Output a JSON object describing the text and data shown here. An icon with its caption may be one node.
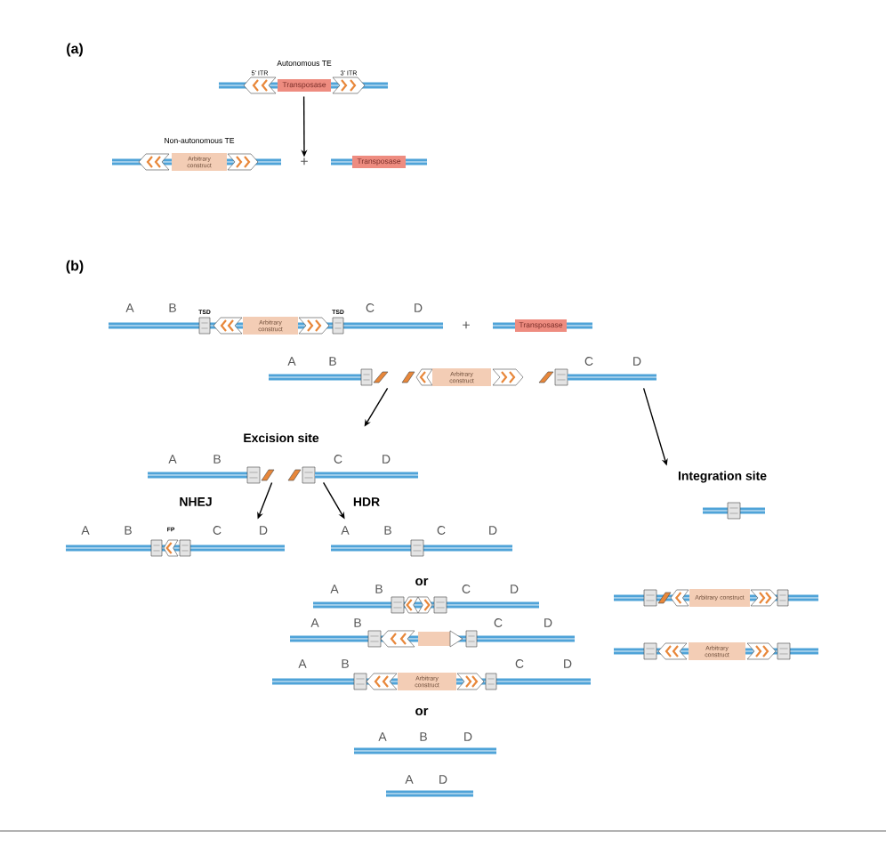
{
  "diagram": {
    "nodes": [
      {
        "text": [
          "Autonomous TE",
          "5' ITR",
          "3' ITR"
        ]
      },
      {
        "text": [
          "Transposase"
        ],
        "in": 0
      },
      {
        "text": [
          "Non-autonomous TE"
        ]
      },
      {
        "text": [
          "Arbitrary construct"
        ],
        "in": 2
      },
      {
        "text": [
          "Transposase"
        ]
      },
      {
        "text": [
          "A",
          "B",
          "TSD",
          "TSD",
          "C",
          "D"
        ]
      },
      {
        "text": [
          "Arbitrary construct"
        ],
        "in": 5
      },
      {
        "text": [
          "Transposase"
        ]
      },
      {
        "text": [
          "A",
          "B",
          "C",
          "D"
        ]
      },
      {
        "text": [
          "Arbitrary construct"
        ],
        "in": 8
      },
      {
        "text": [
          "Excision site",
          "A",
          "B",
          "C",
          "D"
        ]
      },
      {
        "text": [
          "A",
          "B",
          "FP",
          "C",
          "D"
        ]
      },
      {
        "text": [
          "A",
          "B",
          "C",
          "D"
        ]
      },
      {
        "text": [
          "A",
          "B",
          "C",
          "D"
        ]
      },
      {
        "text": [
          "A",
          "B",
          "C",
          "D"
        ]
      },
      {
        "text": [
          "A",
          "B",
          "C",
          "D"
        ]
      },
      {
        "text": [
          "Arbitrary construct"
        ],
        "in": 15
      },
      {
        "text": [
          "A",
          "B",
          "D"
        ]
      },
      {
        "text": [
          "A",
          "D"
        ]
      },
      {
        "text": [
          "Integration site"
        ]
      },
      {
        "text": [
          "Arbitrary construct"
        ]
      },
      {
        "text": [
          "Arbitrary construct"
        ]
      },
      {
        "text": [
          "+"
        ]
      }
    ],
    "edges": [
      {
        "from": 0,
        "to": 22,
        "arrow": "to"
      },
      {
        "from": 8,
        "to": 10,
        "arrow": "to"
      },
      {
        "from": 8,
        "to": 19,
        "arrow": "to"
      },
      {
        "from": 10,
        "to": 11,
        "arrow": "to",
        "label": "NHEJ"
      },
      {
        "from": 10,
        "to": 12,
        "arrow": "to",
        "label": "HDR"
      }
    ],
    "labels": [
      "(a)",
      "(b)",
      "+",
      "or",
      "or"
    ]
  }
}
